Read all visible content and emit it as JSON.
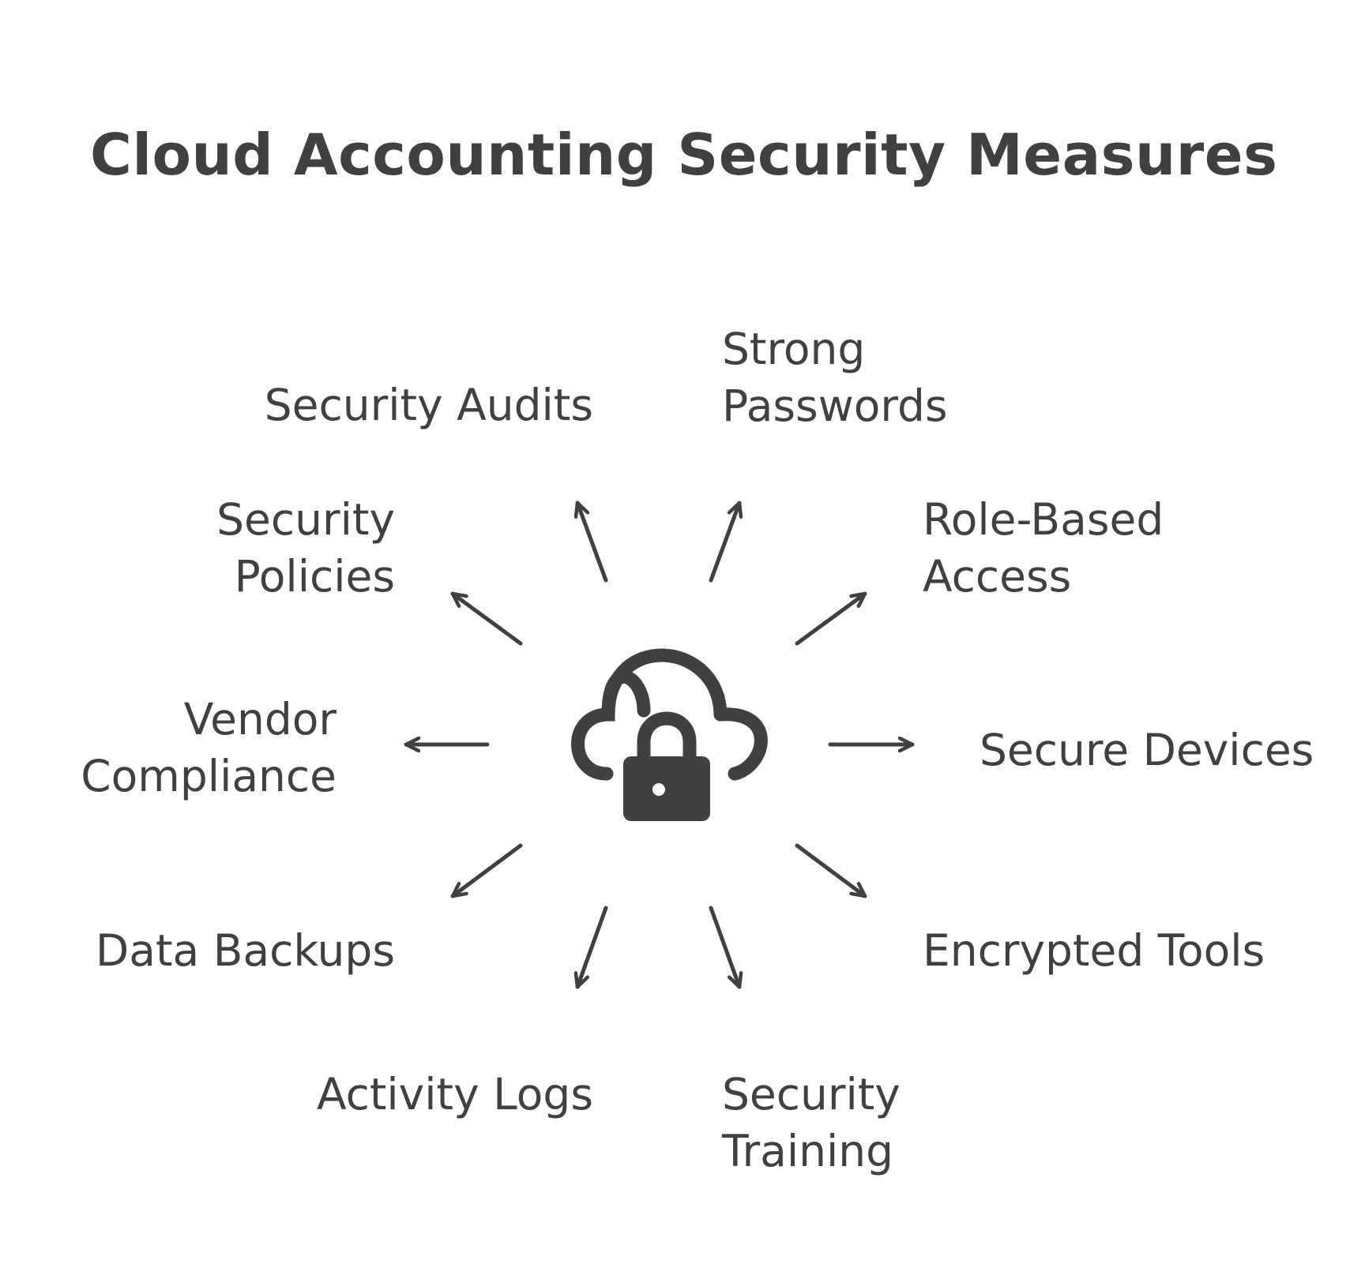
{
  "title": "Cloud Accounting Security Measures",
  "center_icon": "cloud-lock-icon",
  "colors": {
    "ink": "#404040",
    "background": "#ffffff"
  },
  "measures": [
    {
      "id": "security-audits",
      "lines": [
        "Security Audits"
      ]
    },
    {
      "id": "strong-passwords",
      "lines": [
        "Strong",
        "Passwords"
      ]
    },
    {
      "id": "security-policies",
      "lines": [
        "Security",
        "Policies"
      ]
    },
    {
      "id": "role-based-access",
      "lines": [
        "Role-Based",
        "Access"
      ]
    },
    {
      "id": "vendor-compliance",
      "lines": [
        "Vendor",
        "Compliance"
      ]
    },
    {
      "id": "secure-devices",
      "lines": [
        "Secure Devices"
      ]
    },
    {
      "id": "data-backups",
      "lines": [
        "Data Backups"
      ]
    },
    {
      "id": "encrypted-tools",
      "lines": [
        "Encrypted Tools"
      ]
    },
    {
      "id": "activity-logs",
      "lines": [
        "Activity Logs"
      ]
    },
    {
      "id": "security-training",
      "lines": [
        "Security",
        "Training"
      ]
    }
  ]
}
